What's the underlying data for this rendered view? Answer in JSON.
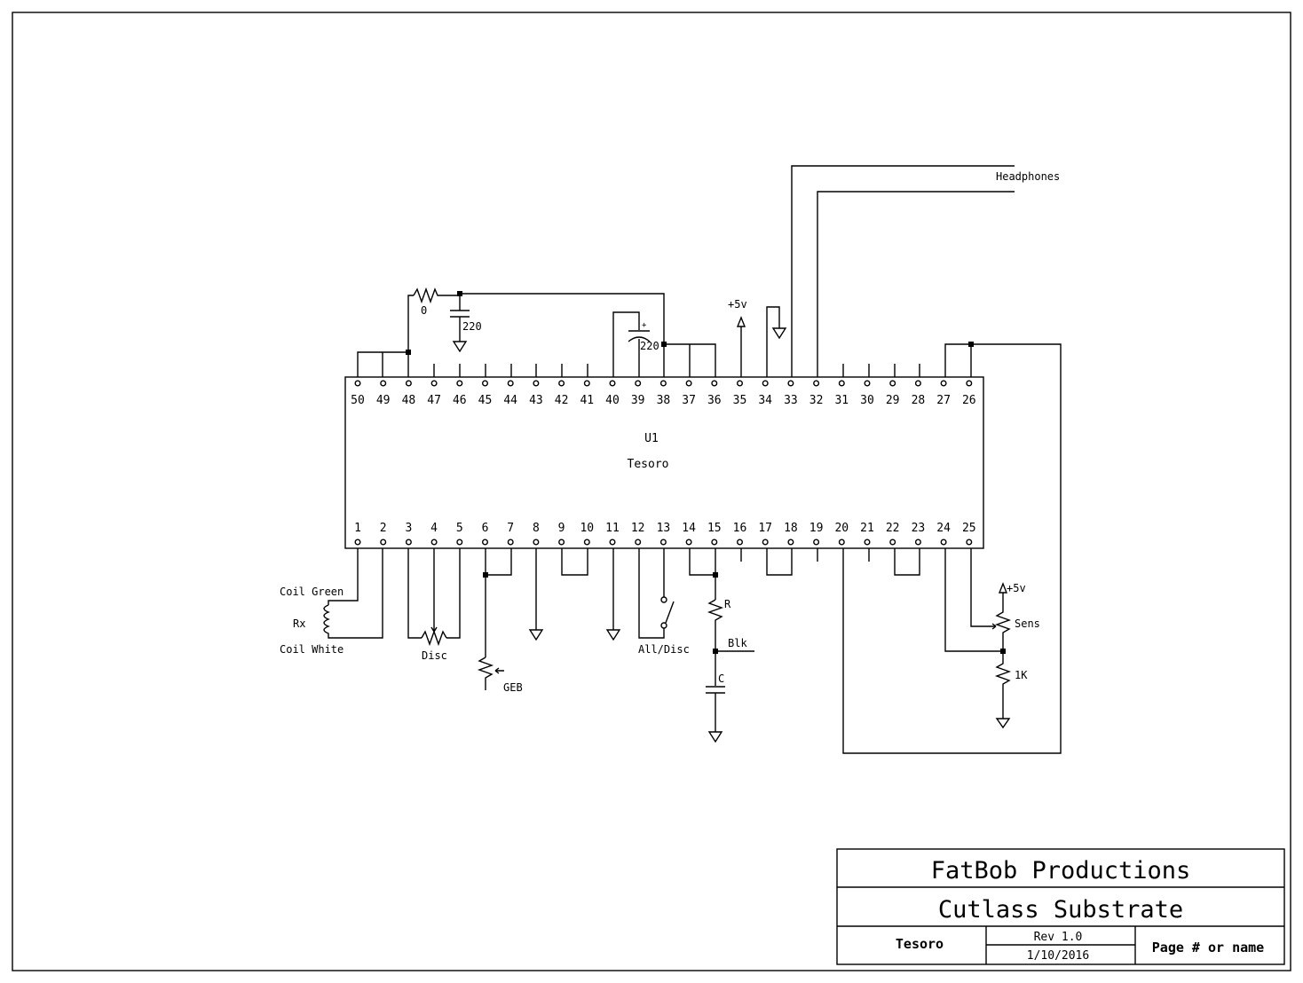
{
  "chip": {
    "ref": "U1",
    "name": "Tesoro",
    "top_pins": [
      "50",
      "49",
      "48",
      "47",
      "46",
      "45",
      "44",
      "43",
      "42",
      "41",
      "40",
      "39",
      "38",
      "37",
      "36",
      "35",
      "34",
      "33",
      "32",
      "31",
      "30",
      "29",
      "28",
      "27",
      "26"
    ],
    "bottom_pins": [
      "1",
      "2",
      "3",
      "4",
      "5",
      "6",
      "7",
      "8",
      "9",
      "10",
      "11",
      "12",
      "13",
      "14",
      "15",
      "16",
      "17",
      "18",
      "19",
      "20",
      "21",
      "22",
      "23",
      "24",
      "25"
    ]
  },
  "labels": {
    "r_zero": "0",
    "cap_220_a": "220",
    "cap_220_b": "220",
    "cap_plus": "+",
    "vcc_top": "+5v",
    "headphones": "Headphones",
    "coil_green": "Coil Green",
    "rx": "Rx",
    "coil_white": "Coil White",
    "disc": "Disc",
    "geb": "GEB",
    "all_disc": "All/Disc",
    "r": "R",
    "blk": "Blk",
    "c": "C",
    "vcc_sens": "+5v",
    "sens": "Sens",
    "r_1k": "1K"
  },
  "title_block": {
    "company": "FatBob Productions",
    "project": "Cutlass Substrate",
    "part": "Tesoro",
    "revision": "Rev 1.0",
    "date": "1/10/2016",
    "page": "Page # or name"
  }
}
